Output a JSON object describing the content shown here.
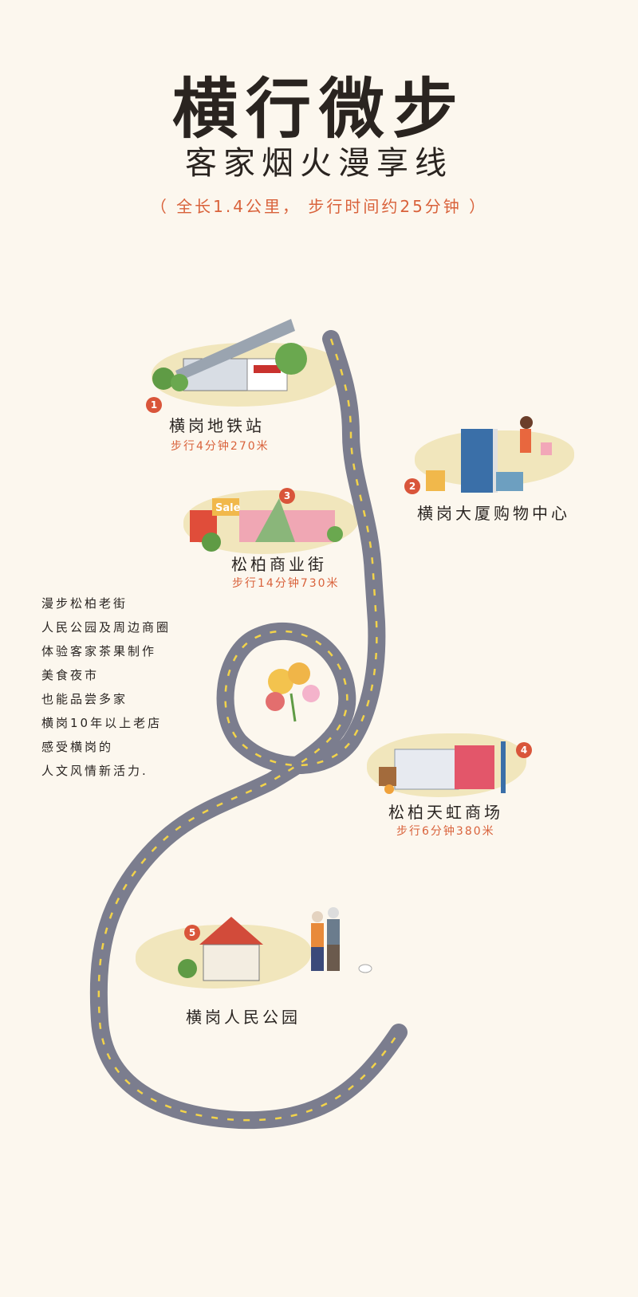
{
  "header": {
    "title": "横行微步",
    "subtitle": "客家烟火漫享线",
    "info": "（ 全长1.4公里， 步行时间约25分钟 ）"
  },
  "stops": [
    {
      "number": "1",
      "name": "横岗地铁站",
      "walk": "步行4分钟270米"
    },
    {
      "number": "2",
      "name": "横岗大厦购物中心"
    },
    {
      "number": "3",
      "name": "松柏商业街",
      "walk": "步行14分钟730米"
    },
    {
      "number": "4",
      "name": "松柏天虹商场",
      "walk": "步行6分钟380米"
    },
    {
      "number": "5",
      "name": "横岗人民公园"
    }
  ],
  "description": [
    "漫步松柏老街",
    "人民公园及周边商圈",
    "体验客家茶果制作",
    "美食夜市",
    "也能品尝多家",
    "横岗10年以上老店",
    "感受横岗的",
    "人文风情新活力."
  ],
  "signs": {
    "sale": "Sale"
  },
  "colors": {
    "road": "#7b7d8e",
    "dash": "#f2d34a",
    "accent": "#d9553a",
    "background": "#fcf7ee"
  }
}
